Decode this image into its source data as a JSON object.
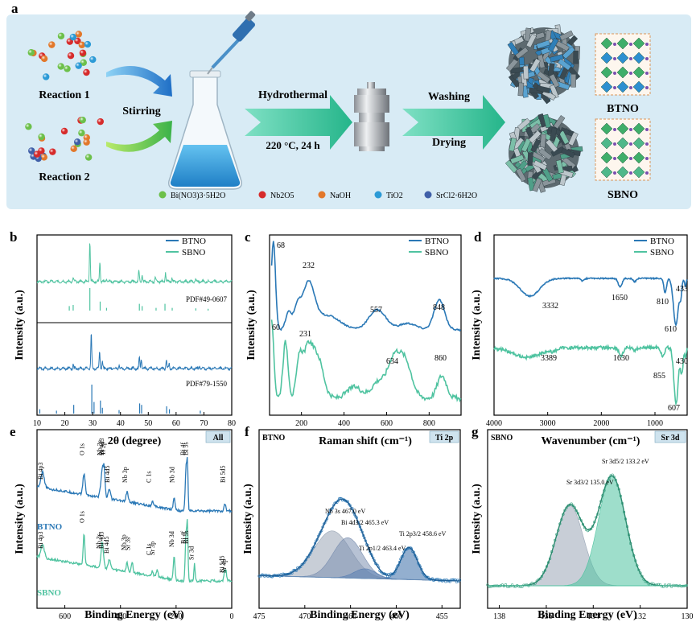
{
  "panel_a": {
    "letter": "a",
    "reaction1": "Reaction 1",
    "reaction2": "Reaction 2",
    "stirring": "Stirring",
    "hydrothermal": "Hydrothermal",
    "conditions": "220 °C, 24 h",
    "washing": "Washing",
    "drying": "Drying",
    "product1": "BTNO",
    "product2": "SBNO",
    "legend": [
      {
        "label": "Bi(NO3)3·5H2O",
        "color": "#6cc04a"
      },
      {
        "label": "Nb2O5",
        "color": "#d62b2b"
      },
      {
        "label": "NaOH",
        "color": "#e2782b"
      },
      {
        "label": "TiO2",
        "color": "#2b9ad6"
      },
      {
        "label": "SrCl2·6H2O",
        "color": "#3f5fa8"
      }
    ],
    "colors": {
      "bg": "#d9ecf6",
      "arrow_green": "#41c4a0",
      "arrow_blue": "#2b7fd0",
      "flask_liquid": "#3aa2e0"
    }
  },
  "chart_data": [
    {
      "id": "b",
      "type": "line",
      "letter": "b",
      "xlabel": "2θ (degree)",
      "ylabel": "Intensity (a.u.)",
      "xlim": [
        10,
        80
      ],
      "xticks": [
        10,
        20,
        30,
        40,
        50,
        60,
        70,
        80
      ],
      "series": [
        {
          "name": "BTNO",
          "color": "#2a78b6",
          "peaks": [
            [
              23.0,
              0.08
            ],
            [
              29.5,
              0.75
            ],
            [
              32.5,
              0.35
            ],
            [
              33.5,
              0.15
            ],
            [
              39.5,
              0.08
            ],
            [
              46.8,
              0.22
            ],
            [
              47.5,
              0.2
            ],
            [
              56.5,
              0.18
            ],
            [
              57.5,
              0.1
            ],
            [
              68.5,
              0.06
            ]
          ]
        },
        {
          "name": "SBNO",
          "color": "#4fc3a0",
          "peaks": [
            [
              23.0,
              0.08
            ],
            [
              29.0,
              0.85
            ],
            [
              32.6,
              0.4
            ],
            [
              35.0,
              0.08
            ],
            [
              46.6,
              0.22
            ],
            [
              47.8,
              0.15
            ],
            [
              52.5,
              0.08
            ],
            [
              56.2,
              0.2
            ],
            [
              58.5,
              0.08
            ],
            [
              67.0,
              0.05
            ]
          ]
        }
      ],
      "references": [
        {
          "label": "PDF#49-0607",
          "color": "#4fc3a0",
          "lines": [
            [
              21.6,
              0.2
            ],
            [
              23.0,
              0.25
            ],
            [
              29.0,
              1.0
            ],
            [
              32.7,
              0.4
            ],
            [
              35.0,
              0.12
            ],
            [
              46.8,
              0.3
            ],
            [
              47.8,
              0.2
            ],
            [
              52.8,
              0.12
            ],
            [
              56.0,
              0.3
            ],
            [
              58.6,
              0.12
            ],
            [
              67.1,
              0.1
            ],
            [
              71.5,
              0.08
            ]
          ]
        },
        {
          "label": "PDF#79-1550",
          "color": "#2a78b6",
          "lines": [
            [
              11.0,
              0.15
            ],
            [
              17.0,
              0.1
            ],
            [
              23.2,
              0.3
            ],
            [
              29.7,
              1.0
            ],
            [
              30.5,
              0.4
            ],
            [
              32.8,
              0.45
            ],
            [
              33.5,
              0.2
            ],
            [
              39.5,
              0.12
            ],
            [
              46.9,
              0.35
            ],
            [
              47.6,
              0.3
            ],
            [
              56.6,
              0.25
            ],
            [
              57.6,
              0.15
            ],
            [
              68.7,
              0.1
            ]
          ]
        }
      ]
    },
    {
      "id": "c",
      "type": "line",
      "letter": "c",
      "xlabel": "Raman shift (cm⁻¹)",
      "ylabel": "Intensity (a.u.)",
      "xlim": [
        50,
        950
      ],
      "xticks": [
        200,
        400,
        600,
        800
      ],
      "series": [
        {
          "name": "BTNO",
          "color": "#2a78b6"
        },
        {
          "name": "SBNO",
          "color": "#4fc3a0"
        }
      ],
      "annotations": [
        "68",
        "232",
        "557",
        "848",
        "60",
        "231",
        "634",
        "860"
      ]
    },
    {
      "id": "d",
      "type": "line",
      "letter": "d",
      "xlabel": "Wavenumber (cm⁻¹)",
      "ylabel": "Intensity (a.u.)",
      "xlim": [
        4000,
        400
      ],
      "xticks": [
        4000,
        3000,
        2000,
        1000
      ],
      "series": [
        {
          "name": "BTNO",
          "color": "#2a78b6"
        },
        {
          "name": "SBNO",
          "color": "#4fc3a0"
        }
      ],
      "annotations": [
        "3332",
        "1650",
        "810",
        "433",
        "610",
        "3389",
        "1630",
        "855",
        "430",
        "607"
      ]
    },
    {
      "id": "e",
      "type": "line",
      "letter": "e",
      "xlabel": "Binding Energy (eV)",
      "ylabel": "Intensity (a.u.)",
      "xlim": [
        700,
        0
      ],
      "xticks": [
        600,
        400,
        200,
        0
      ],
      "tag": "All",
      "series": [
        {
          "name": "BTNO",
          "color": "#2a78b6"
        },
        {
          "name": "SBNO",
          "color": "#4fc3a0"
        }
      ],
      "btno_labels": [
        "Bi 4p3",
        "O 1s",
        "Nb 3s",
        "Bi 4d3",
        "Ti 2p",
        "Bi 4d5",
        "Nb 3p",
        "C 1s",
        "Nb 3d",
        "Bi 4f",
        "Bi 5s",
        "Bi 5d5"
      ],
      "sbno_labels": [
        "Bi 4p3",
        "O 1s",
        "Nb 3s",
        "Bi 4d3",
        "Bi 4d5",
        "Nb 3p",
        "Sr 3s",
        "C 1s",
        "Sr 3p",
        "Nb 3d",
        "Bi 4f",
        "Bi 5s",
        "Sr 3d",
        "Bi 5d5",
        "Sr 4p"
      ]
    },
    {
      "id": "f",
      "type": "line",
      "letter": "f",
      "xlabel": "Binding Energy (eV)",
      "ylabel": "Intensity (a.u.)",
      "xlim": [
        475,
        453
      ],
      "xticks": [
        475,
        470,
        465,
        460,
        455
      ],
      "sample": "BTNO",
      "tag": "Ti 2p",
      "peak_labels": [
        "Nb 3s 467.0 eV",
        "Bi 4d3/2 465.3 eV",
        "Ti 2p1/2 463.4 eV",
        "Ti 2p3/2 458.6 eV"
      ]
    },
    {
      "id": "g",
      "type": "line",
      "letter": "g",
      "xlabel": "Binding Energy (eV)",
      "ylabel": "Intensity (a.u.)",
      "xlim": [
        138.5,
        130
      ],
      "xticks": [
        138,
        136,
        134,
        132,
        130
      ],
      "sample": "SBNO",
      "tag": "Sr 3d",
      "peak_labels": [
        "Sr 3d5/2 133.2 eV",
        "Sr 3d3/2 135.0 eV"
      ]
    }
  ],
  "panel_letters": {
    "b": "b",
    "c": "c",
    "d": "d",
    "e": "e",
    "f": "f",
    "g": "g"
  }
}
